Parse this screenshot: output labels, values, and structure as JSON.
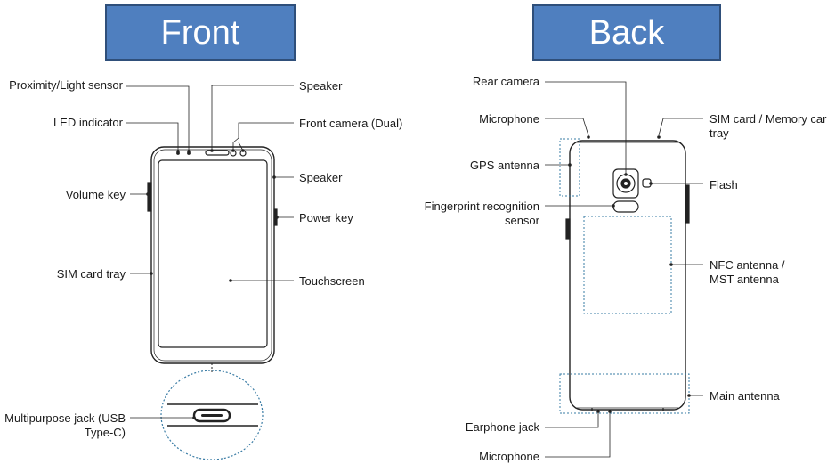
{
  "front": {
    "title": "Front",
    "labels": {
      "proximity": "Proximity/Light sensor",
      "led": "LED indicator",
      "volume": "Volume key",
      "sim": "SIM card tray",
      "multipurpose_1": "Multipurpose jack (USB",
      "multipurpose_2": "Type-C)",
      "speaker_top": "Speaker",
      "front_camera": "Front camera (Dual)",
      "speaker_side": "Speaker",
      "power": "Power key",
      "touchscreen": "Touchscreen"
    }
  },
  "back": {
    "title": "Back",
    "labels": {
      "rear_camera": "Rear camera",
      "microphone_top": "Microphone",
      "gps": "GPS antenna",
      "fingerprint_1": "Fingerprint recognition",
      "fingerprint_2": "sensor",
      "sim_memory_1": "SIM card / Memory card",
      "sim_memory_2": "tray",
      "flash": "Flash",
      "nfc_1": "NFC antenna /",
      "nfc_2": "MST antenna",
      "main_antenna": "Main antenna",
      "earphone": "Earphone jack",
      "microphone_bottom": "Microphone"
    }
  }
}
